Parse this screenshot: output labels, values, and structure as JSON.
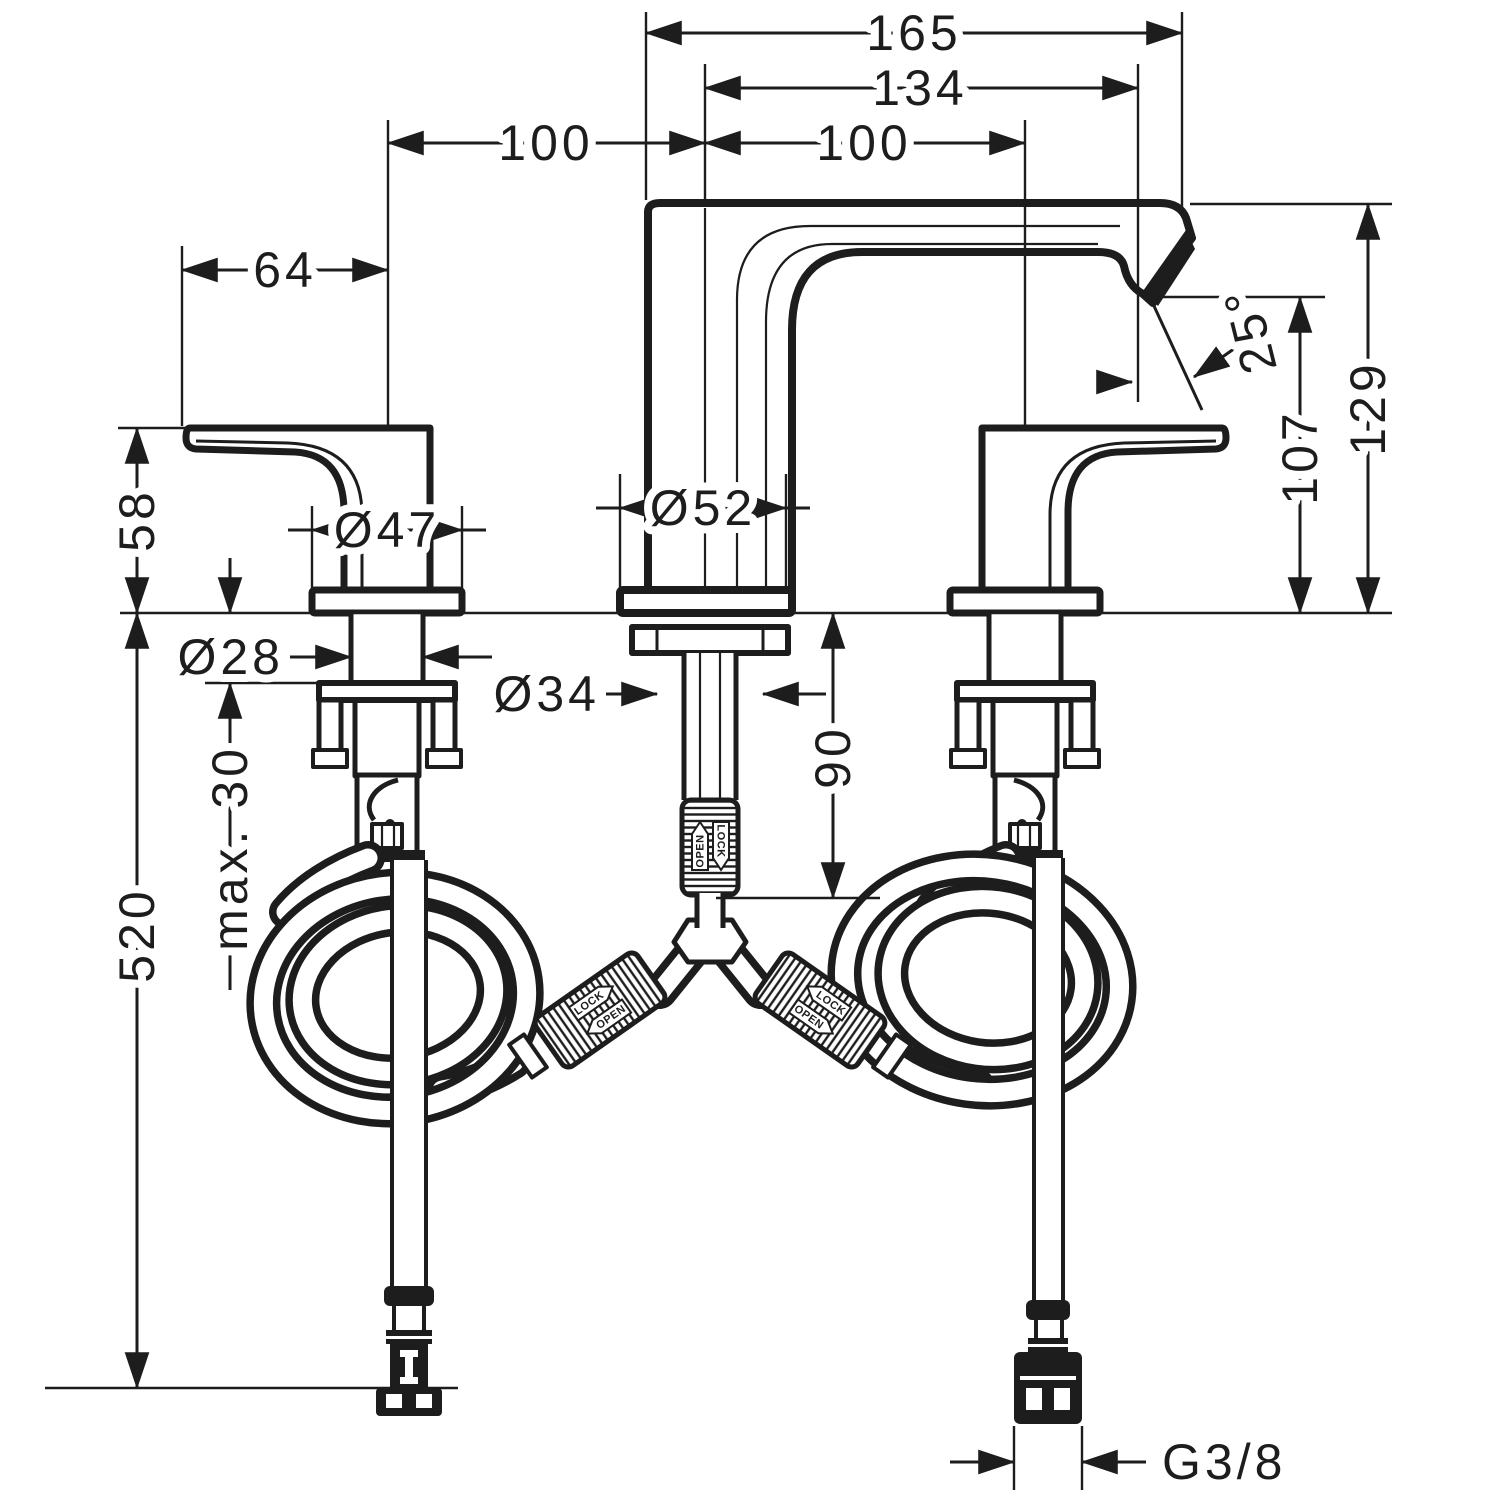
{
  "drawing": {
    "dimensions": {
      "total_width": "165",
      "spout_reach": "134",
      "left_spacing": "100",
      "right_spacing": "100",
      "handle_overhang": "64",
      "handle_height": "58",
      "spout_height_total": "129",
      "spout_outlet_height": "107",
      "spray_angle": "25°",
      "spout_base_dia": "Ø52",
      "handle_base_dia": "Ø47",
      "handle_shank_dia": "Ø28",
      "spout_shank_dia": "Ø34",
      "hose_connector_drop": "90",
      "max_deck_thickness": "max. 30",
      "hose_length": "520",
      "thread_size": "G3/8"
    },
    "connector_labels": {
      "open": "OPEN",
      "lock": "LOCK"
    },
    "colors": {
      "ink": "#1d1d1d",
      "paper": "#ffffff"
    }
  }
}
